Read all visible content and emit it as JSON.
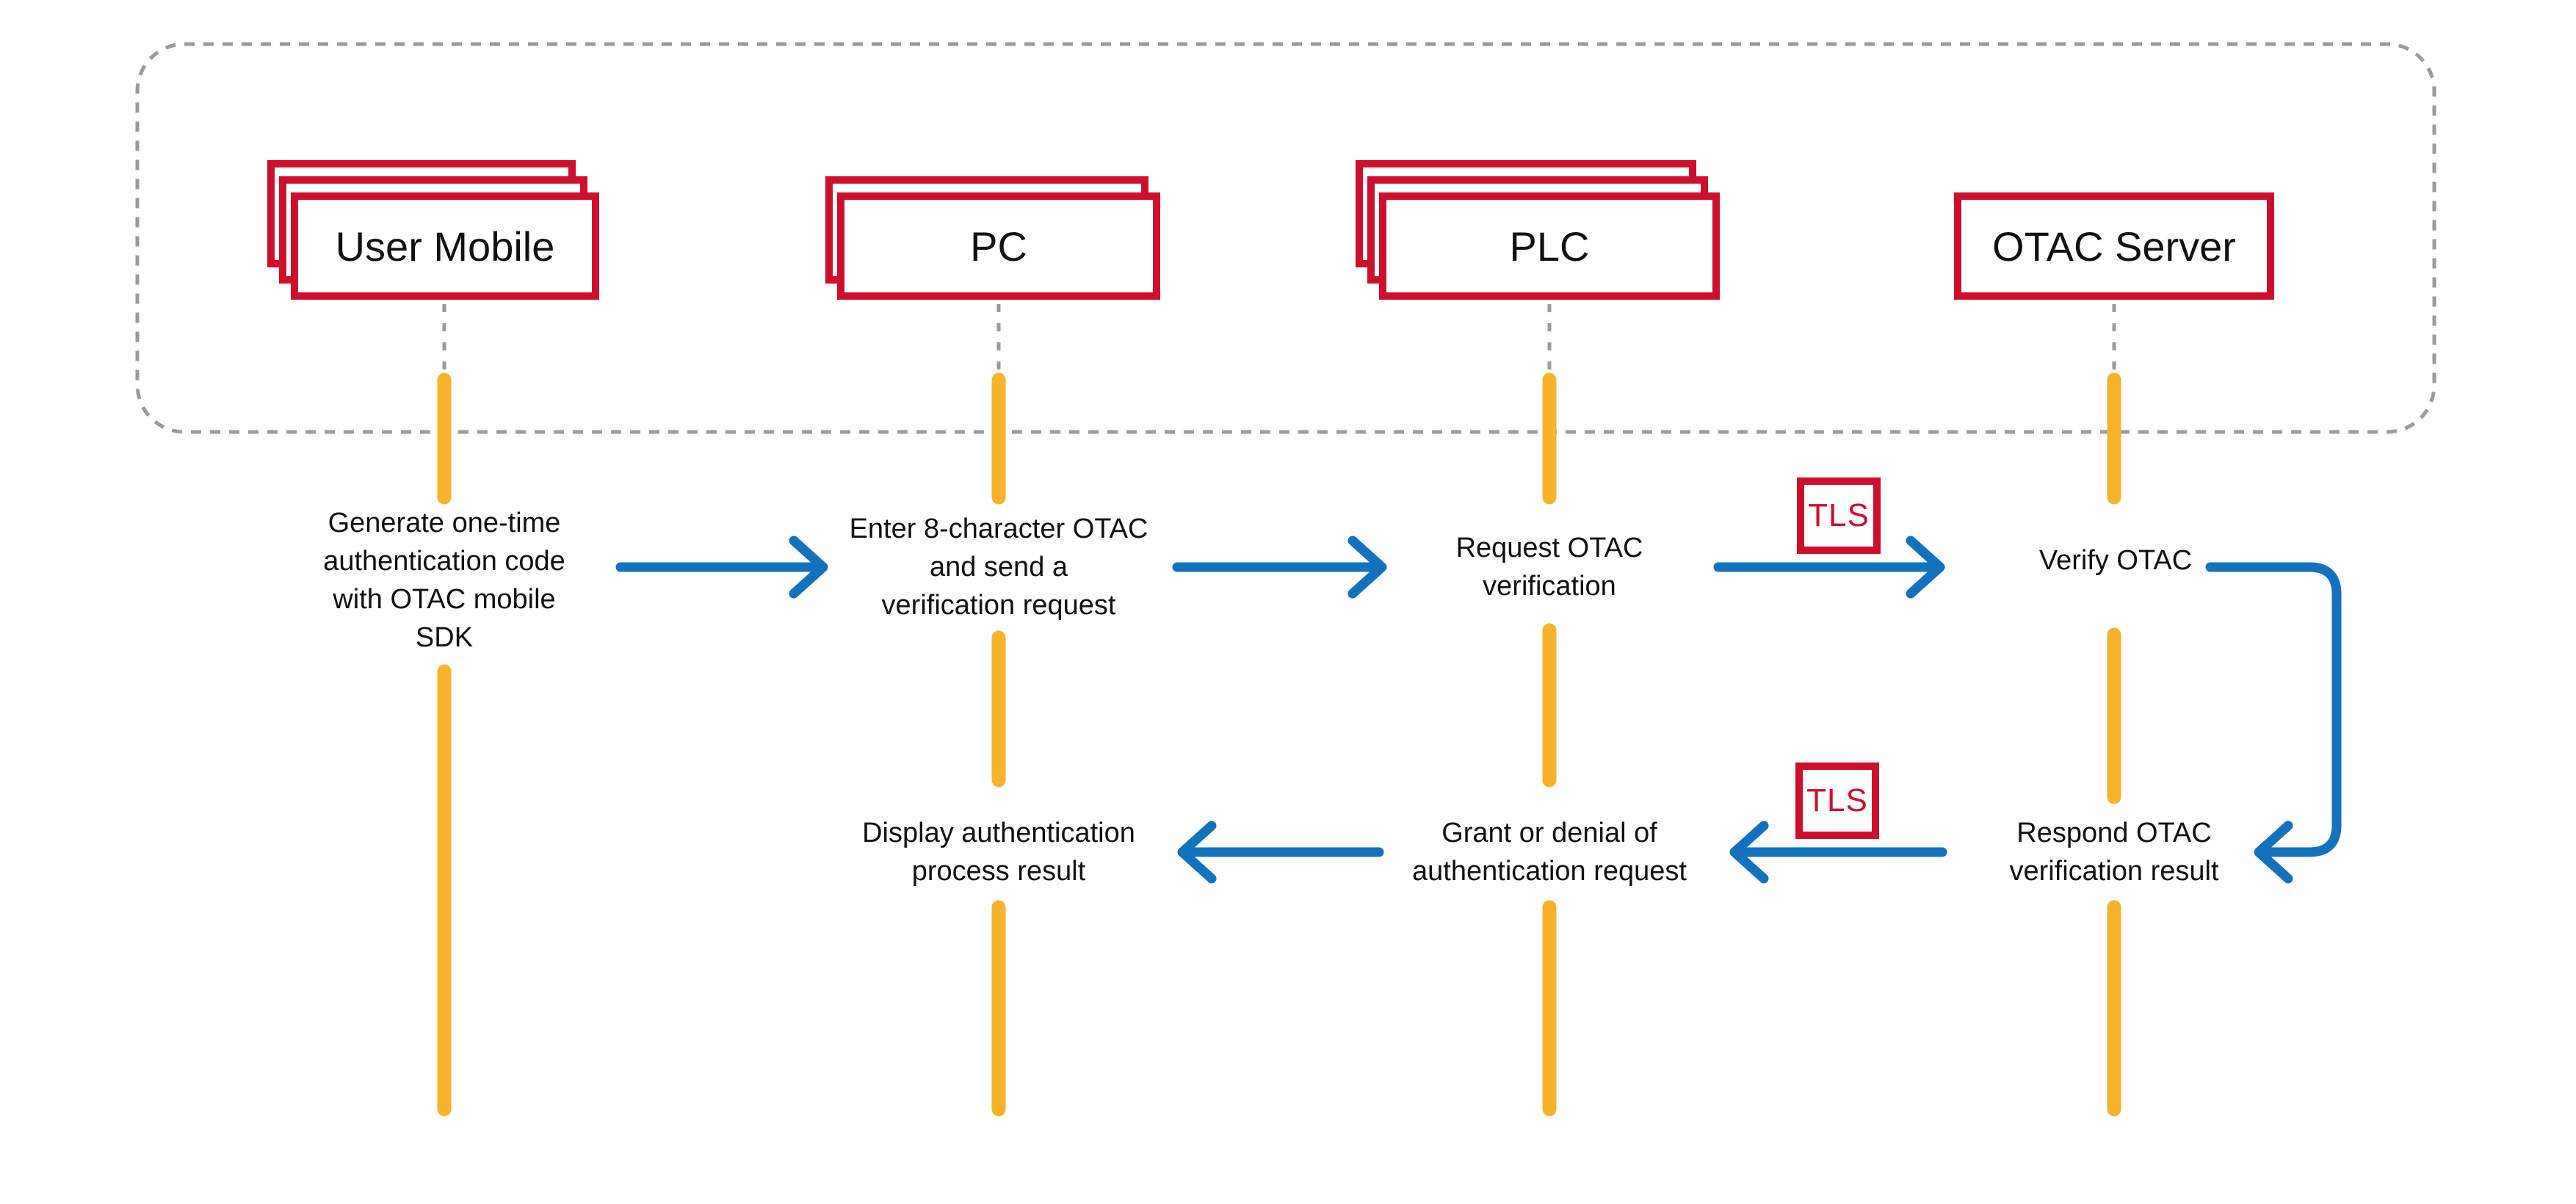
{
  "palette": {
    "red": "#CE0E2D",
    "yellow": "#F7B32B",
    "blue": "#1272BD",
    "gray": "#9B9B9B",
    "ink": "#111111"
  },
  "diagram": {
    "actors": [
      {
        "label": "User Mobile",
        "stack": 3
      },
      {
        "label": "PC",
        "stack": 2
      },
      {
        "label": "PLC",
        "stack": 3
      },
      {
        "label": "OTAC Server",
        "stack": 1
      }
    ],
    "messages": [
      {
        "id": "generate-otac",
        "text": "Generate one-time\nauthentication code\nwith OTAC mobile\nSDK"
      },
      {
        "id": "enter-otac",
        "text": "Enter 8-character OTAC\nand send a\nverification request"
      },
      {
        "id": "request-verification",
        "text": "Request OTAC\nverification"
      },
      {
        "id": "verify-otac",
        "text": "Verify OTAC"
      },
      {
        "id": "respond-result",
        "text": "Respond OTAC\nverification result"
      },
      {
        "id": "grant-or-deny",
        "text": "Grant or denial of\nauthentication request"
      },
      {
        "id": "display-result",
        "text": "Display authentication\nprocess result"
      }
    ],
    "secure_badges": [
      {
        "label": "TLS"
      },
      {
        "label": "TLS"
      }
    ]
  }
}
